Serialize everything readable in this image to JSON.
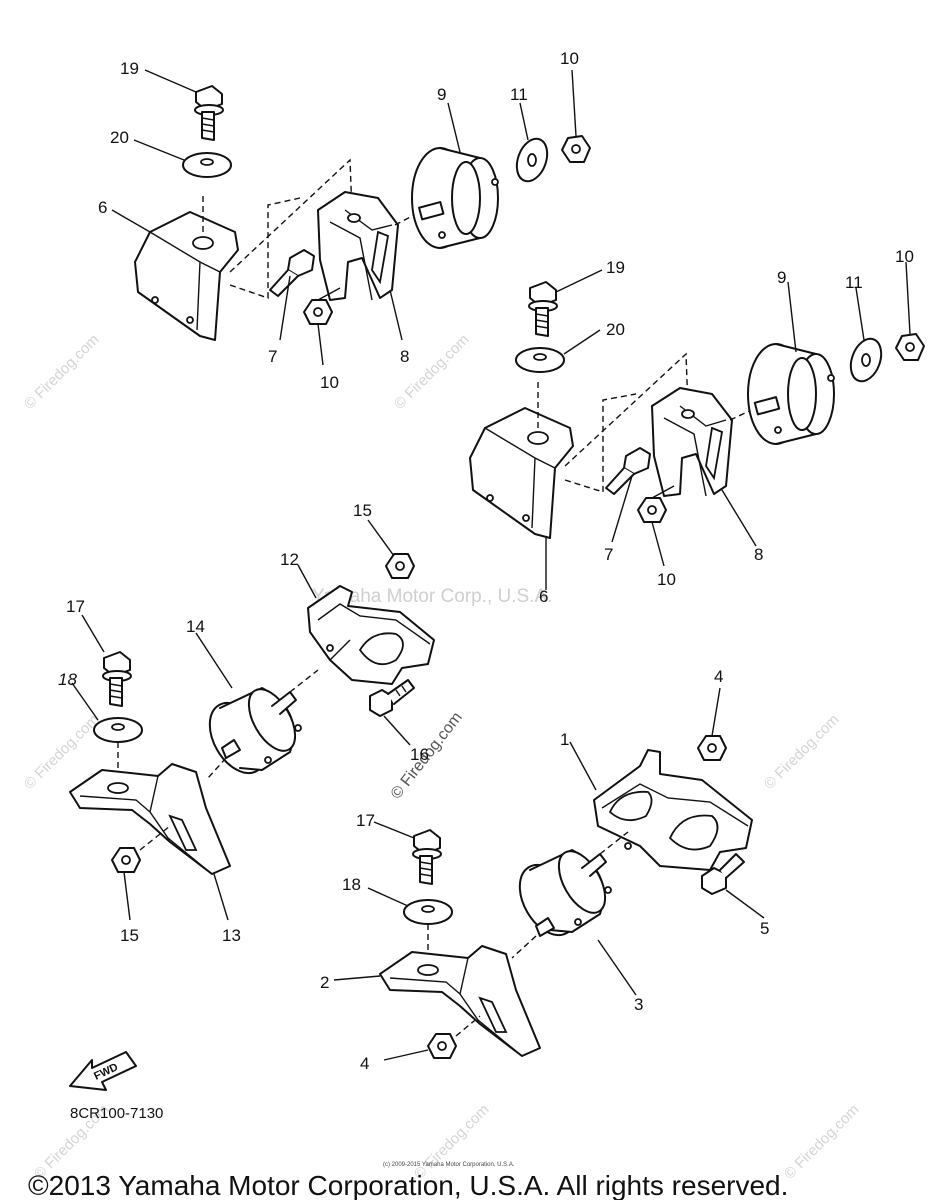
{
  "watermarks": {
    "site": "© Firedog.com",
    "center": "Yamaha Motor Corp., U.S.A."
  },
  "callouts": {
    "n1": "1",
    "n2": "2",
    "n3": "3",
    "n4": "4",
    "n5": "5",
    "n6": "6",
    "n7": "7",
    "n8": "8",
    "n9": "9",
    "n10": "10",
    "n11": "11",
    "n12": "12",
    "n13": "13",
    "n14": "14",
    "n15": "15",
    "n16": "16",
    "n17": "17",
    "n18": "18",
    "n19": "19",
    "n20": "20"
  },
  "fwd_label": "FWD",
  "diagram_code": "8CR100-7130",
  "fine_print": "(c) 2009-2015 Yamaha Motor Corporation, U.S.A.",
  "copyright": "©2013 Yamaha Motor Corporation, U.S.A. All rights reserved."
}
